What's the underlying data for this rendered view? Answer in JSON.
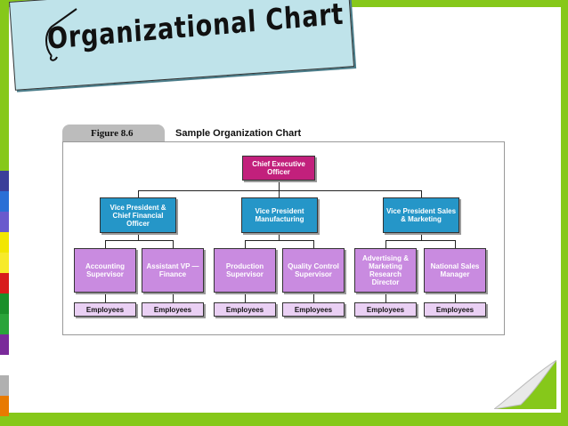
{
  "slide_title": "Organizational Chart",
  "figure": {
    "label": "Figure 8.6",
    "title": "Sample Organization Chart"
  },
  "chart": {
    "ceo": "Chief Executive Officer",
    "vps": [
      "Vice President & Chief Financial Officer",
      "Vice President Manufacturing",
      "Vice President Sales & Marketing"
    ],
    "managers": [
      "Accounting Supervisor",
      "Assistant VP — Finance",
      "Production Supervisor",
      "Quality Control Supervisor",
      "Advertising & Marketing Research Director",
      "National Sales Manager"
    ],
    "employees": [
      "Employees",
      "Employees",
      "Employees",
      "Employees",
      "Employees",
      "Employees"
    ]
  },
  "colors": {
    "background": "#86c81a",
    "banner": "#bfe3ea",
    "ceo": "#c2207c",
    "vp": "#2596c8",
    "manager": "#c98be0",
    "employees": "#ead0f4"
  }
}
